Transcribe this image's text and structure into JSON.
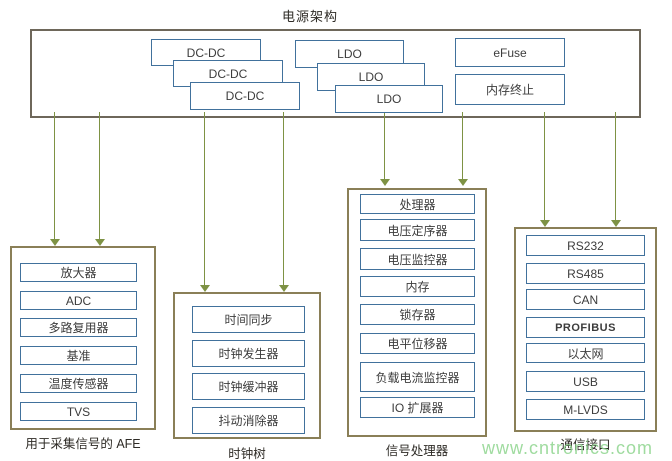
{
  "title": "电源架构",
  "power": {
    "dcdc": [
      "DC-DC",
      "DC-DC",
      "DC-DC"
    ],
    "ldo": [
      "LDO",
      "LDO",
      "LDO"
    ],
    "efuse": "eFuse",
    "memory_termination": "内存终止"
  },
  "groups": [
    {
      "label": "用于采集信号的 AFE",
      "items": [
        "放大器",
        "ADC",
        "多路复用器",
        "基准",
        "温度传感器",
        "TVS"
      ]
    },
    {
      "label": "时钟树",
      "items": [
        "时间同步",
        "时钟发生器",
        "时钟缓冲器",
        "抖动消除器"
      ]
    },
    {
      "label": "信号处理器",
      "items": [
        "处理器",
        "电压定序器",
        "电压监控器",
        "内存",
        "锁存器",
        "电平位移器",
        "负载电流监控器",
        "IO 扩展器"
      ]
    },
    {
      "label": "通信接口",
      "items": [
        "RS232",
        "RS485",
        "CAN",
        "PROFIBUS",
        "以太网",
        "USB",
        "M-LVDS"
      ]
    }
  ],
  "watermark": "www.cntronics.com",
  "colors": {
    "block_border": "#41719c",
    "group_border": "#8a7f57",
    "power_box_border": "#6e675a",
    "arrow": "#7e9244",
    "watermark": "#8ed58e"
  }
}
